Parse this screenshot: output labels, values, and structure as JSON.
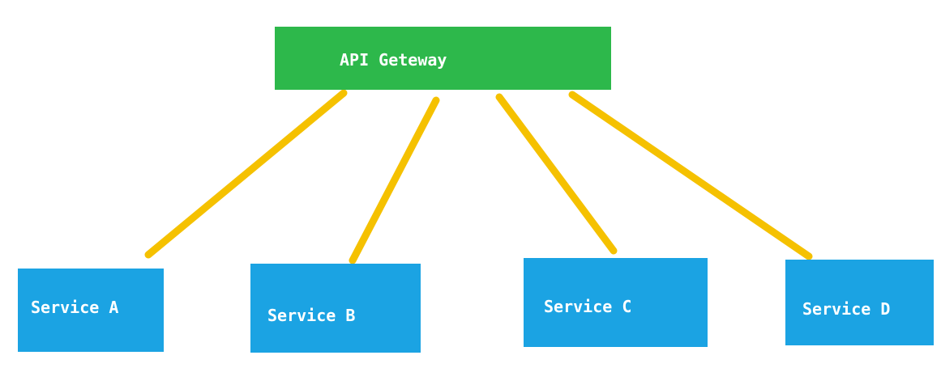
{
  "gateway": {
    "label": "API Geteway",
    "color": "#2db84b"
  },
  "services": [
    {
      "id": "a",
      "label": "Service A"
    },
    {
      "id": "b",
      "label": "Service B"
    },
    {
      "id": "c",
      "label": "Service C"
    },
    {
      "id": "d",
      "label": "Service D"
    }
  ],
  "service_color": "#1ba3e3",
  "connector_color": "#f5c100",
  "connections": [
    {
      "from": "gateway",
      "to": "a"
    },
    {
      "from": "gateway",
      "to": "b"
    },
    {
      "from": "gateway",
      "to": "c"
    },
    {
      "from": "gateway",
      "to": "d"
    }
  ]
}
